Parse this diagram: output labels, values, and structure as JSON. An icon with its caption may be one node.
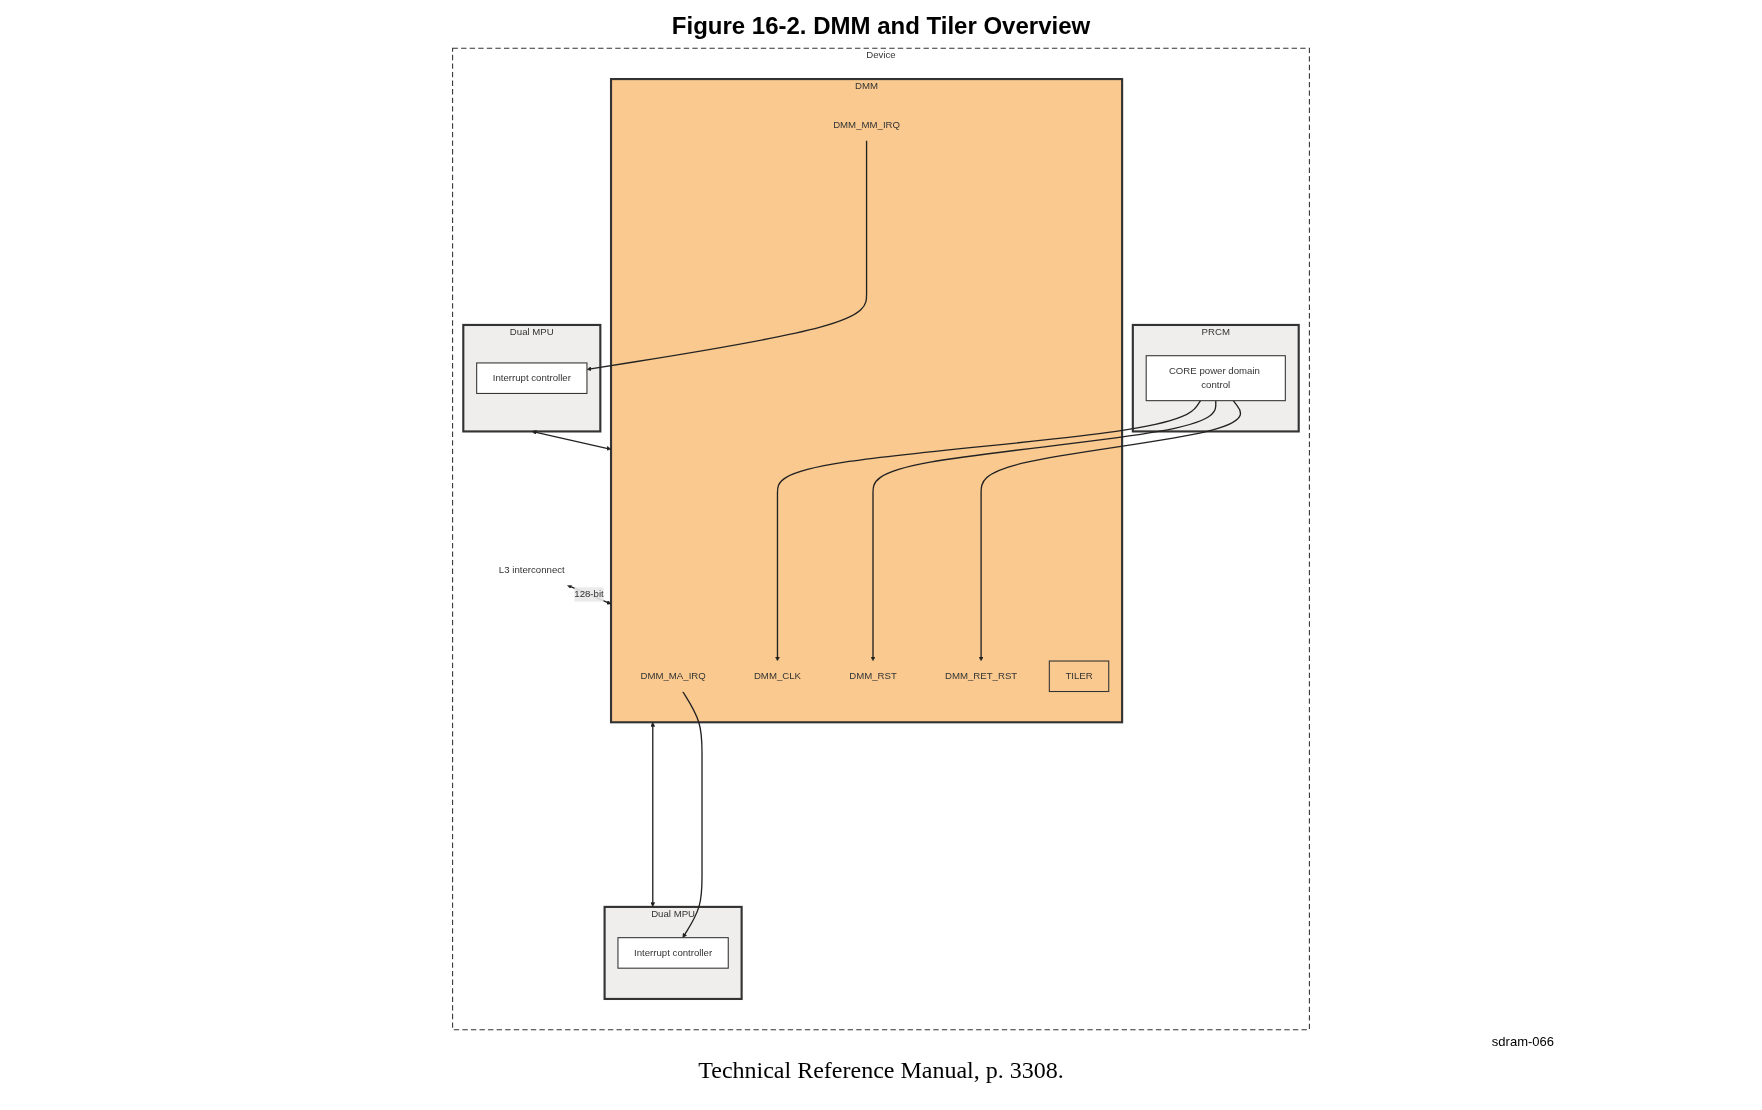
{
  "diagram": {
    "title": "Figure 16-2. DMM and Tiler Overview",
    "caption": "Technical Reference Manual, p. 3308.",
    "nodes": [
      {
        "text": [
          "Device"
        ]
      },
      {
        "text": [
          "Dual MPU"
        ],
        "in": 0
      },
      {
        "text": [
          "Interrupt controller"
        ],
        "in": 1
      },
      {
        "text": [
          "Dual MPU"
        ],
        "in": 0
      },
      {
        "text": [
          "Interrupt controller"
        ],
        "in": 3
      },
      {
        "text": [
          "L3 interconnect"
        ],
        "in": 0
      },
      {
        "text": [
          "PRCM"
        ],
        "in": 0
      },
      {
        "text": [
          "CORE power domain control"
        ],
        "in": 6
      },
      {
        "text": [
          "DMM"
        ],
        "in": 0
      },
      {
        "text": [
          "DMM_MA_IRQ"
        ],
        "in": 8
      },
      {
        "text": [
          "DMM_MM_IRQ"
        ],
        "in": 8
      },
      {
        "text": [
          "TILER"
        ],
        "in": 8
      },
      {
        "text": [
          "DMM_CLK"
        ],
        "in": 8
      },
      {
        "text": [
          "DMM_RST"
        ],
        "in": 8
      },
      {
        "text": [
          "DMM_RET_RST"
        ],
        "in": 8
      }
    ],
    "edges": [
      {
        "from": 1,
        "to": 8,
        "arrow": "both"
      },
      {
        "from": 9,
        "to": 2,
        "arrow": "to"
      },
      {
        "from": 3,
        "to": 8,
        "arrow": "both"
      },
      {
        "from": 10,
        "to": 4,
        "arrow": "to"
      },
      {
        "from": 5,
        "to": 8,
        "label": "128-bit",
        "arrow": "both"
      },
      {
        "from": 7,
        "to": 12,
        "arrow": "to"
      },
      {
        "from": 7,
        "to": 13,
        "arrow": "to"
      },
      {
        "from": 7,
        "to": 14,
        "arrow": "to"
      }
    ],
    "labels": [
      "sdram-066"
    ]
  }
}
